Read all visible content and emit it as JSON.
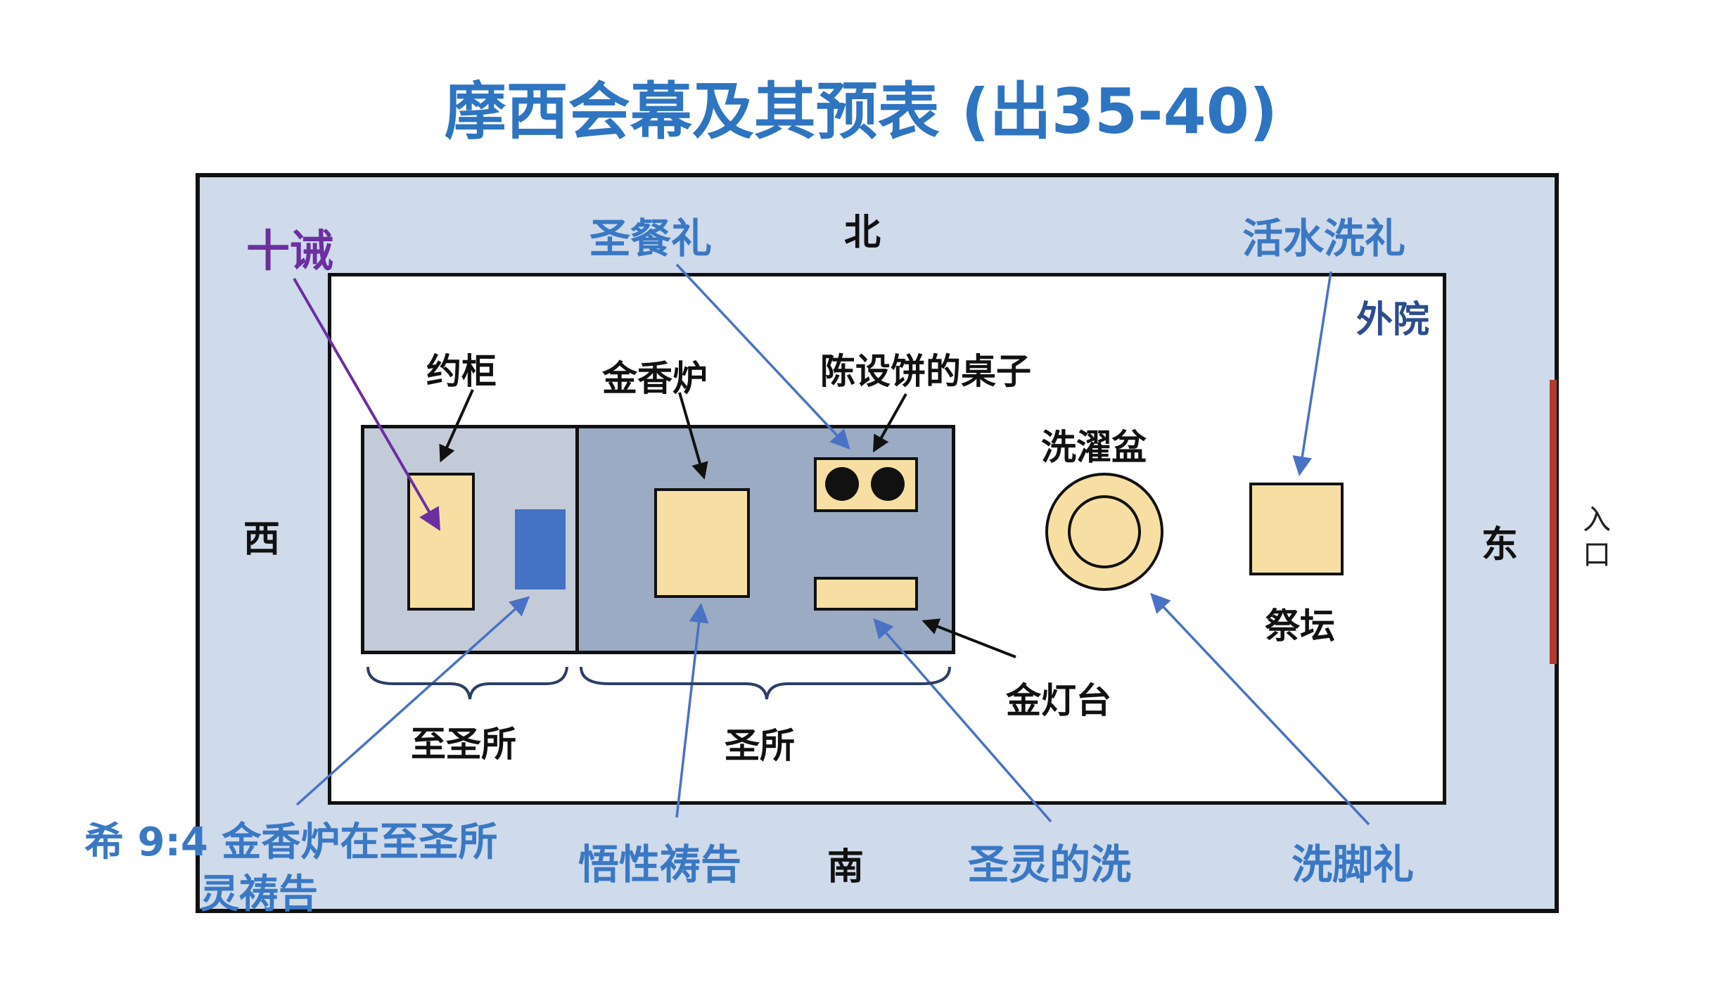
{
  "title": "摩西会幕及其预表 (出35-40)",
  "directions": {
    "north": "北",
    "south": "南",
    "west": "西",
    "east": "东"
  },
  "entrance": "入口",
  "outer_court": "外院",
  "furniture": {
    "ark": "约柜",
    "incense_altar": "金香炉",
    "showbread_table": "陈设饼的桌子",
    "laver": "洗濯盆",
    "altar": "祭坛",
    "lampstand": "金灯台"
  },
  "sections": {
    "holy_of_holies": "至圣所",
    "holy_place": "圣所"
  },
  "typology": {
    "ten_commandments": "十诫",
    "lords_supper": "圣餐礼",
    "living_water_baptism": "活水洗礼",
    "hebrews_line1": "希 9:4 金香炉在至圣所",
    "hebrews_line2": "灵祷告",
    "understanding_prayer": "悟性祷告",
    "spirit_washing": "圣灵的洗",
    "foot_washing": "洗脚礼"
  },
  "colors": {
    "title": "#2e74c0",
    "courtyard": "#cfdaea",
    "holy_of_holies": "#c4cbd8",
    "holy_place": "#9aabc3",
    "furniture": "#f7dfa4",
    "blue_block": "#4472c4",
    "arrow_blue": "#4a72c4",
    "arrow_purple": "#6b2fa0",
    "entrance": "#b23a2e"
  }
}
